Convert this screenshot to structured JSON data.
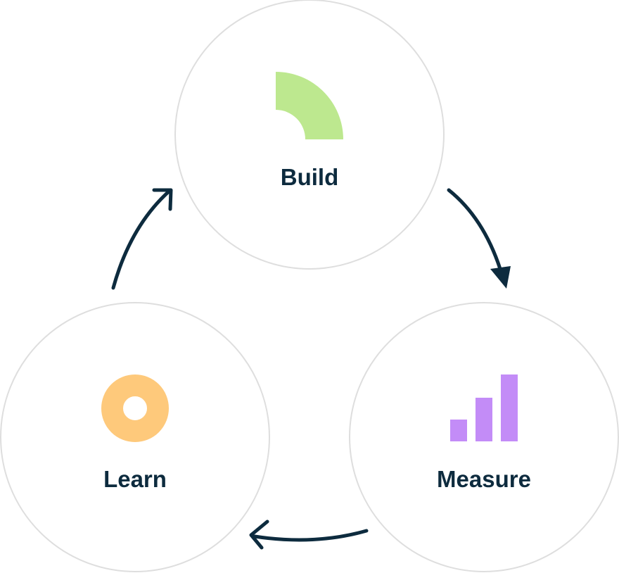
{
  "diagram": {
    "nodes": [
      {
        "id": "build",
        "label": "Build",
        "icon": "quarter-arc-icon",
        "icon_color": "#bde88f"
      },
      {
        "id": "measure",
        "label": "Measure",
        "icon": "bar-chart-icon",
        "icon_color": "#c38cf7"
      },
      {
        "id": "learn",
        "label": "Learn",
        "icon": "ring-icon",
        "icon_color": "#fec97b"
      }
    ],
    "edges": [
      {
        "from": "build",
        "to": "measure"
      },
      {
        "from": "measure",
        "to": "learn"
      },
      {
        "from": "learn",
        "to": "build"
      }
    ],
    "colors": {
      "circle_stroke": "#dedede",
      "arrow": "#0d2b3e",
      "label": "#0d2b3e"
    }
  }
}
